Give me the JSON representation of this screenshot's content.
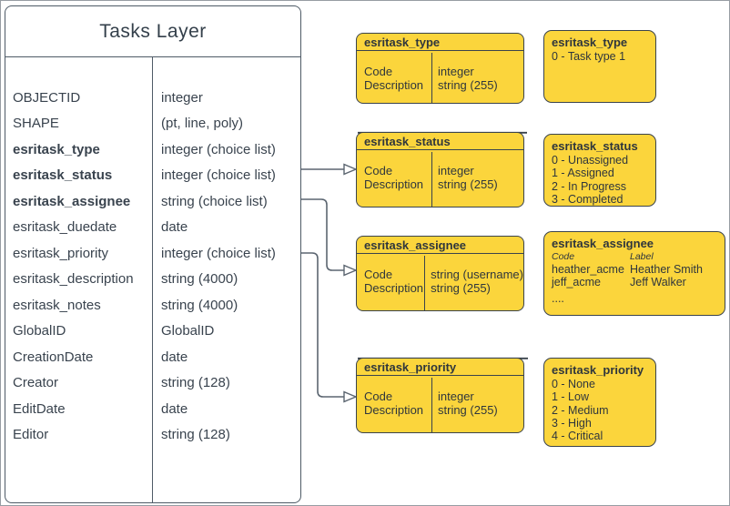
{
  "diagram": {
    "tasks_layer": {
      "title": "Tasks Layer",
      "fields": [
        {
          "name": "OBJECTID",
          "type": "integer"
        },
        {
          "name": "SHAPE",
          "type": "(pt, line, poly)"
        },
        {
          "name": "esritask_type",
          "type": "integer (choice list)"
        },
        {
          "name": "esritask_status",
          "type": "integer (choice list)"
        },
        {
          "name": "esritask_assignee",
          "type": "string (choice list)"
        },
        {
          "name": "esritask_duedate",
          "type": "date"
        },
        {
          "name": "esritask_priority",
          "type": "integer (choice list)"
        },
        {
          "name": "esritask_description",
          "type": "string (4000)"
        },
        {
          "name": "esritask_notes",
          "type": "string (4000)"
        },
        {
          "name": "GlobalID",
          "type": "GlobalID"
        },
        {
          "name": "CreationDate",
          "type": "date"
        },
        {
          "name": "Creator",
          "type": "string (128)"
        },
        {
          "name": "EditDate",
          "type": "date"
        },
        {
          "name": "Editor",
          "type": "string (128)"
        }
      ]
    },
    "detail_boxes": [
      {
        "title": "esritask_type",
        "labels": [
          "Code",
          "Description"
        ],
        "types": [
          "integer",
          "string (255)"
        ]
      },
      {
        "title": "esritask_status",
        "labels": [
          "Code",
          "Description"
        ],
        "types": [
          "integer",
          "string (255)"
        ]
      },
      {
        "title": "esritask_assignee",
        "labels": [
          "Code",
          "Description"
        ],
        "types": [
          "string (username)",
          "string (255)"
        ]
      },
      {
        "title": "esritask_priority",
        "labels": [
          "Code",
          "Description"
        ],
        "types": [
          "integer",
          "string (255)"
        ]
      }
    ],
    "value_lists": {
      "type": {
        "title": "esritask_type",
        "items": [
          "0 - Task type 1"
        ]
      },
      "status": {
        "title": "esritask_status",
        "items": [
          "0 - Unassigned",
          "1 - Assigned",
          "2 - In Progress",
          "3 - Completed"
        ]
      },
      "assignee": {
        "title": "esritask_assignee",
        "columns": [
          "Code",
          "Label"
        ],
        "rows": [
          {
            "code": "heather_acme",
            "label": "Heather Smith"
          },
          {
            "code": "jeff_acme",
            "label": "Jeff Walker"
          }
        ],
        "ellipsis": "...."
      },
      "priority": {
        "title": "esritask_priority",
        "items": [
          "0 - None",
          "1 - Low",
          "2 - Medium",
          "3 - High",
          "4 - Critical"
        ]
      }
    },
    "colors": {
      "node_fill": "#fbd53c",
      "node_border": "#3a434c",
      "table_border": "#4e5a66",
      "text": "#39434e",
      "connector": "#5b6570"
    }
  }
}
